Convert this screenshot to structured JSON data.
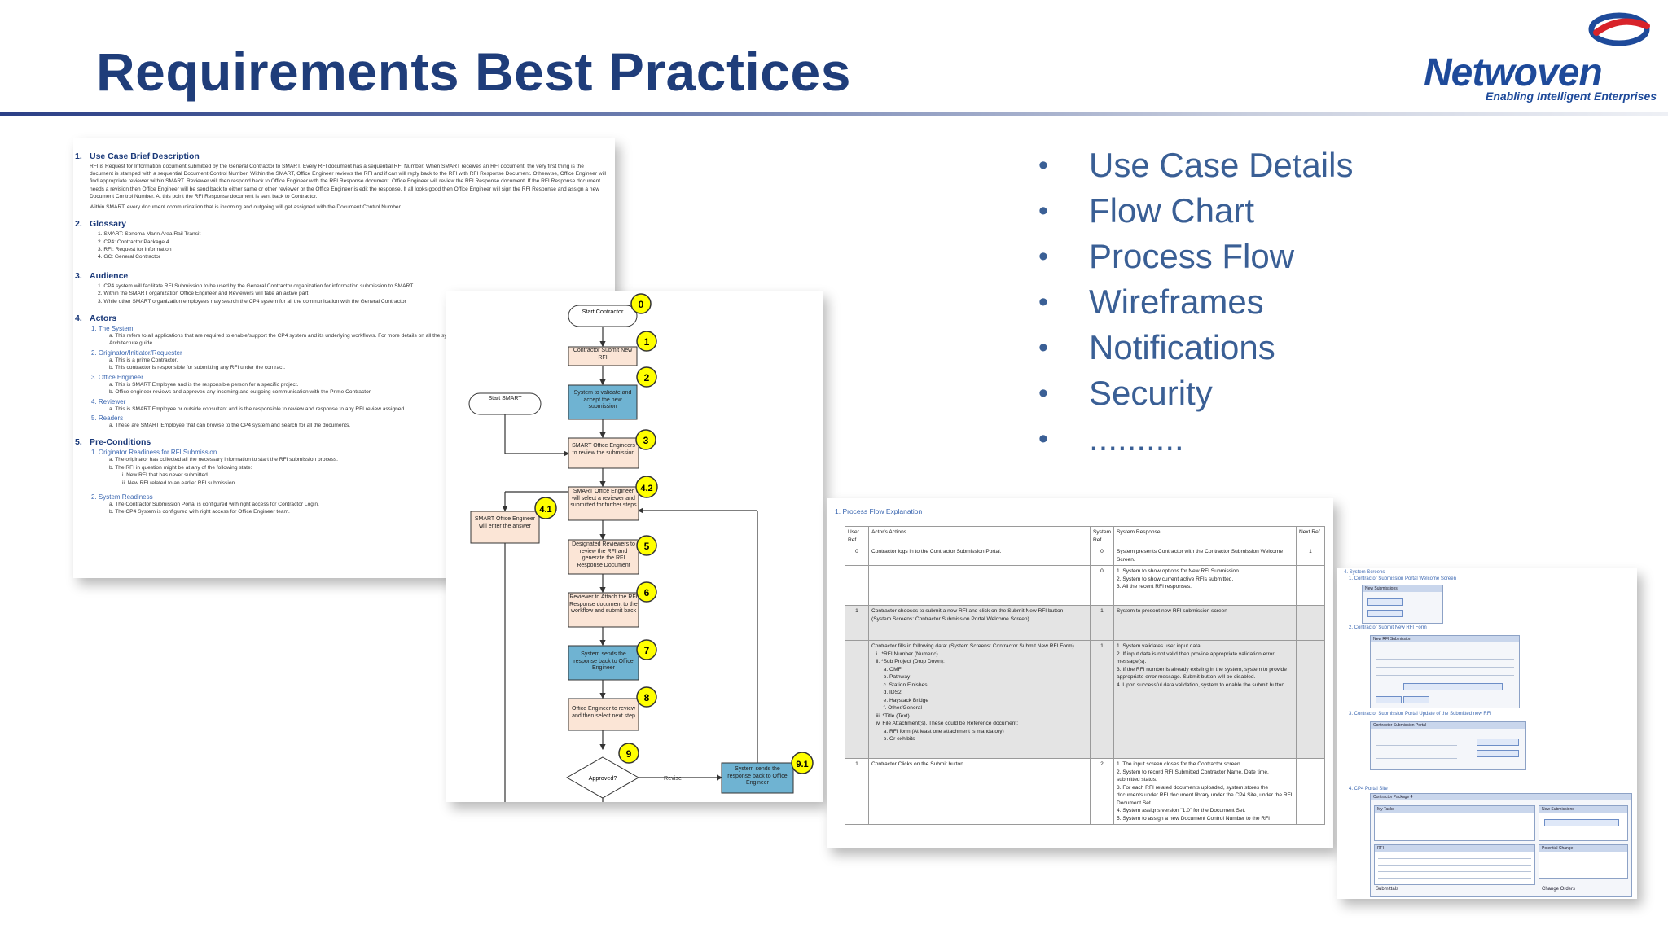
{
  "slide": {
    "title": "Requirements Best Practices"
  },
  "logo": {
    "name": "Netwoven",
    "tagline": "Enabling Intelligent Enterprises"
  },
  "bullets": [
    "Use Case Details",
    "Flow Chart",
    "Process Flow",
    "Wireframes",
    "Notifications",
    "Security",
    ".........."
  ],
  "colors": {
    "title": "#1f3d7a",
    "bullet": "#3a5f95",
    "flow_blue": "#6fb3d2",
    "flow_peach": "#fbe5d6",
    "badge": "#ffff00"
  },
  "use_case_doc": {
    "s1": {
      "num": "1.",
      "title": "Use Case Brief Description"
    },
    "s1_body": "RFI is Request for Information document submitted by the General Contractor to SMART. Every RFI document has a sequential RFI Number. When SMART receives an RFI document, the very first thing is the document is stamped with a sequential Document Control Number. Within the SMART, Office Engineer reviews the RFI and if can will reply back to the RFI with RFI Response Document. Otherwise, Office Engineer will find appropriate reviewer within SMART. Reviewer will then respond back to Office Engineer with the RFI Response document. Office Engineer will review the RFI Response document. If the RFI Response document needs a revision then Office Engineer will be send back to either same or other reviewer or the Office Engineer is edit the response. If all looks good then Office Engineer will sign the RFI Response and assign a new Document Control Number. At this point the RFI Response document is sent back to Contractor.",
    "s1_body2": "Within SMART, every document communication that is incoming and outgoing will get assigned with the Document Control Number.",
    "s2": {
      "num": "2.",
      "title": "Glossary"
    },
    "glossary": [
      "1.   SMART: Sonoma Marin Area Rail Transit",
      "2.   CP4: Contractor Package 4",
      "3.   RFI: Request for Information",
      "4.   GC: General Contractor"
    ],
    "s3": {
      "num": "3.",
      "title": "Audience"
    },
    "audience": [
      "1.   CP4 system will facilitate RFI Submission to be used by the General Contractor organization for information submission to SMART",
      "2.   Within the SMART organization Office Engineer and Reviewers will take an active part.",
      "3.   While other SMART organization employees may search the CP4 system for all the communication with the General Contractor"
    ],
    "s4": {
      "num": "4.",
      "title": "Actors"
    },
    "actor_system": "1.   The System",
    "actor_system_a": "a.   This refers to all applications that are required to enable/support the CP4 system and its underlying workflows. For more details on all the systems incorporated into the \"System\", please refer to the Technical Architecture guide.",
    "actor_originator": "2.   Originator/Initiator/Requester",
    "actor_originator_a": "a.   This is a prime Contractor.",
    "actor_originator_b": "b.   This contractor is responsible for submitting any RFI under the contract.",
    "actor_oe": "3.   Office Engineer",
    "actor_oe_a": "a.   This is SMART Employee and is the responsible person for a specific project.",
    "actor_oe_b": "b.   Office engineer reviews and approves any incoming and outgoing communication with the Prime Contractor.",
    "actor_reviewer": "4.   Reviewer",
    "actor_reviewer_a": "a.   This is SMART Employee or outside consultant and is the responsible to review and response to any RFI review assigned.",
    "actor_readers": "5.   Readers",
    "actor_readers_a": "a.   These are SMART Employee that can browse to the CP4 system and search for all the documents.",
    "s5": {
      "num": "5.",
      "title": "Pre-Conditions"
    },
    "pre_originator": "1.   Originator Readiness for RFI Submission",
    "pre_originator_a": "a.   The originator has collected all the necessary information to start the RFI submission process.",
    "pre_originator_b": "b.   The RFI in question might be at any of the following state:",
    "pre_originator_b1": "i.    New RFI that has never submitted.",
    "pre_originator_b2": "ii.   New RFI related to an earlier RFI submission.",
    "pre_system": "2.   System Readiness",
    "pre_system_a": "a.   The Contractor Submission Portal is configured with right access for Contractor Login.",
    "pre_system_b": "b.   The CP4 System is configured with right access for Office Engineer team."
  },
  "flowchart": {
    "start_contractor": "Start Contractor",
    "n1": "Contractor Submit New RFI",
    "n2": "System to validate and accept the new submission",
    "start_smart": "Start SMART",
    "n3": "SMART Office Engineers to review the submission",
    "n42": "SMART Office Engineer will select a reviewer and submitted for further steps",
    "n41": "SMART Office Engineer will enter the answer",
    "n5": "Designated Reviewers to review the RFI and generate the RFI Response Document",
    "n6": "Reviewer to Attach the RFI Response document to the workflow and submit back",
    "n7": "System sends the response back to Office Engineer",
    "n8": "Office Engineer to review and then select next step",
    "n9": "Approved?",
    "n91": "System sends the response back to Office Engineer",
    "revise": "Revise",
    "badges": [
      "0",
      "1",
      "2",
      "3",
      "4.2",
      "4.1",
      "5",
      "6",
      "7",
      "8",
      "9",
      "9.1"
    ]
  },
  "process_doc": {
    "title": "1.   Process Flow Explanation",
    "headers": [
      "User Ref",
      "Actor's Actions",
      "System Ref",
      "System Response",
      "Next Ref"
    ],
    "rows": [
      {
        "uref": "0",
        "action": "Contractor logs in to the Contractor Submission Portal.",
        "sref": "0",
        "response": "System presents Contractor with the Contractor Submission Welcome Screen.",
        "next": "1"
      },
      {
        "uref": "",
        "action": "",
        "sref": "0",
        "response": "1. System to show options for New RFI Submission\n2. System to show current active RFIs submitted,\n3. All the recent RFI responses.",
        "next": ""
      },
      {
        "uref": "1",
        "action": "Contractor chooses to submit a new RFI and click on the Submit New RFI button\n(System Screens: Contractor Submission Portal Welcome Screen)",
        "sref": "1",
        "response": "System to present new RFI submission screen",
        "next": ""
      },
      {
        "uref": "",
        "action": "Contractor fills in following data: (System Screens: Contractor Submit New RFI Form)\n   i.  *RFI Number (Numeric)\n   ii. *Sub Project (Drop Down):\n        a. OMF\n        b. Pathway\n        c. Station Finishes\n        d. IDS2\n        e. Haystack Bridge\n        f. Other/General\n   iii. *Title (Text)\n   iv. File Attachment(s). These could be Reference document:\n        a. RFI form (At least one attachment is mandatory)\n        b. Or exhibits",
        "sref": "1",
        "response": "1. System validates user input data.\n2. If input data is not valid then provide appropriate validation error message(s).\n3. If the RFI number is already existing in the system, system to provide appropriate error message. Submit button will be disabled.\n4. Upon successful data validation, system to enable the submit button.",
        "next": ""
      },
      {
        "uref": "1",
        "action": "Contractor Clicks on the Submit button",
        "sref": "2",
        "response": "1. The input screen closes for the Contractor screen.\n2. System to record RFI Submitted Contractor Name, Date time, submitted status.\n3. For each RFI related documents uploaded, system stores the documents under RFI document library under the CP4 Site, under the RFI Document Set\n4. System assigns version \"1.0\" for the Document Set.\n5. System to assign a new Document Control Number to the RFI",
        "next": ""
      }
    ]
  },
  "wireframes": {
    "h0": "4.  System Screens",
    "h1": "1.   Contractor Submission Portal Welcome Screen",
    "h2": "2.   Contractor Submit New RFI Form",
    "h3": "3.   Contractor Submission Portal Update of the Submitted new RFI",
    "h4": "4.   CP4 Portal Site",
    "new_submissions": "New Submissions",
    "new_rfi_submission": "New RFI Submission",
    "portal": "Contractor Submission Portal",
    "cp4": "Contractor Package 4",
    "my_tasks": "My Tasks",
    "rfi": "RFI",
    "potential_change": "Potential Change",
    "submittals": "Submittals",
    "change_orders": "Change Orders"
  }
}
